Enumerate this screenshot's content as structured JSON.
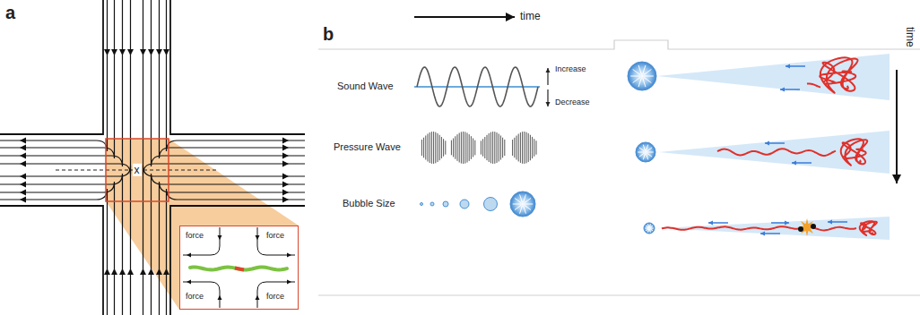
{
  "diagram": {
    "nodes": [
      {
        "text": [
          "force",
          "force",
          "force",
          "force"
        ]
      }
    ],
    "labels": [
      "a",
      "x",
      "b",
      "time",
      "Sound Wave",
      "Increase",
      "Decrease",
      "Pressure Wave",
      "Bubble Size",
      "time"
    ]
  }
}
